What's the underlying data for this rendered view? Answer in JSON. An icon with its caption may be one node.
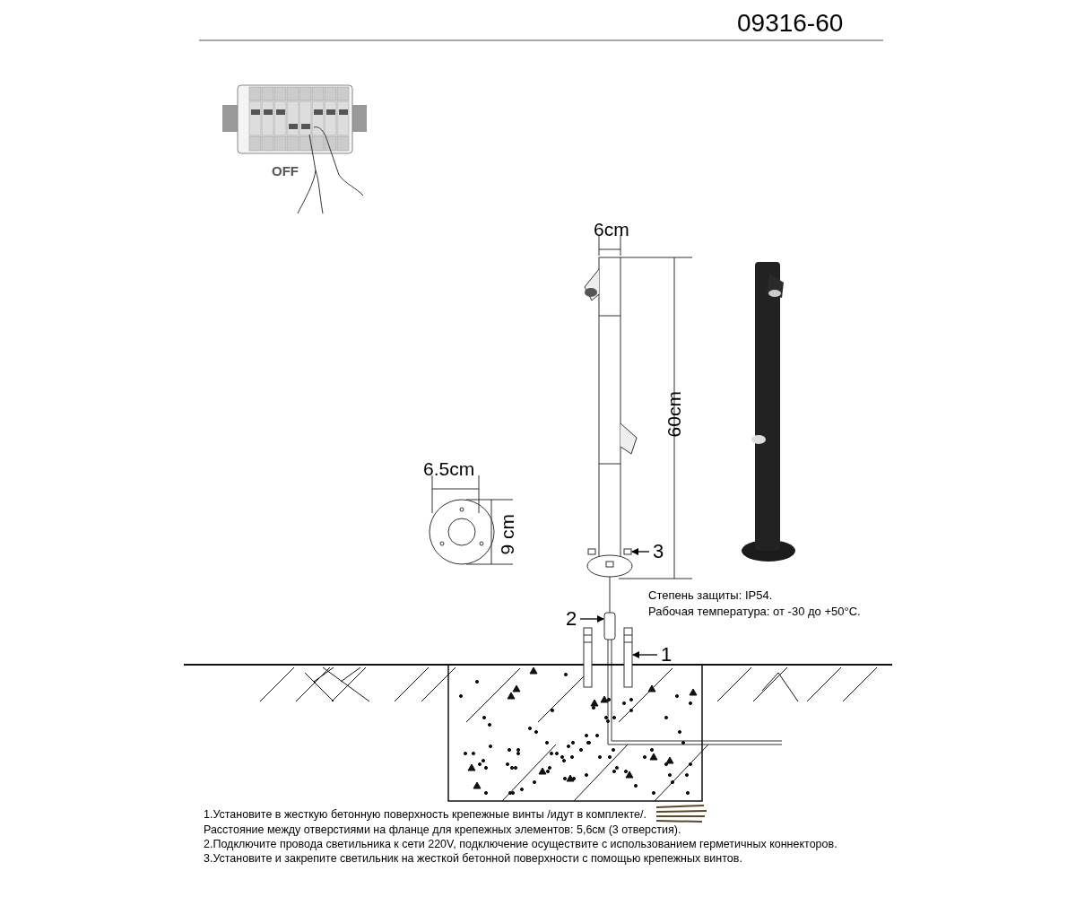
{
  "diagram": {
    "title": "09316-60",
    "nodes": [
      {
        "text": [
          "3"
        ]
      },
      {
        "text": [
          "2"
        ]
      },
      {
        "text": [
          "1"
        ]
      },
      {
        "text": [],
        "shape": "box"
      },
      {
        "text": [],
        "shape": "cylinder"
      },
      {
        "text": [],
        "shape": "bar"
      }
    ],
    "edges": [
      {
        "from": 0,
        "to": 3,
        "arrow": "to"
      },
      {
        "from": 1,
        "to": 4,
        "arrow": "to"
      },
      {
        "from": 2,
        "to": 5,
        "arrow": "to"
      }
    ],
    "labels": [
      "OFF",
      "6cm",
      "60cm",
      "6.5cm",
      "9 cm",
      "Степень защиты: IP54.",
      "Рабочая температура: от -30 до +50°C.",
      "1.Установите в жесткую бетонную поверхность крепежные винты /идут в комплекте/.",
      "Расстояние между отверстиями на фланце для крепежных элементов: 5,6см (3 отверстия).",
      "2.Подключите провода светильника к сети 220V, подключение осуществите с использованием герметичных коннекторов.",
      "3.Установите и закрепите светильник на жесткой бетонной поверхности с помощью крепежных винтов."
    ]
  }
}
